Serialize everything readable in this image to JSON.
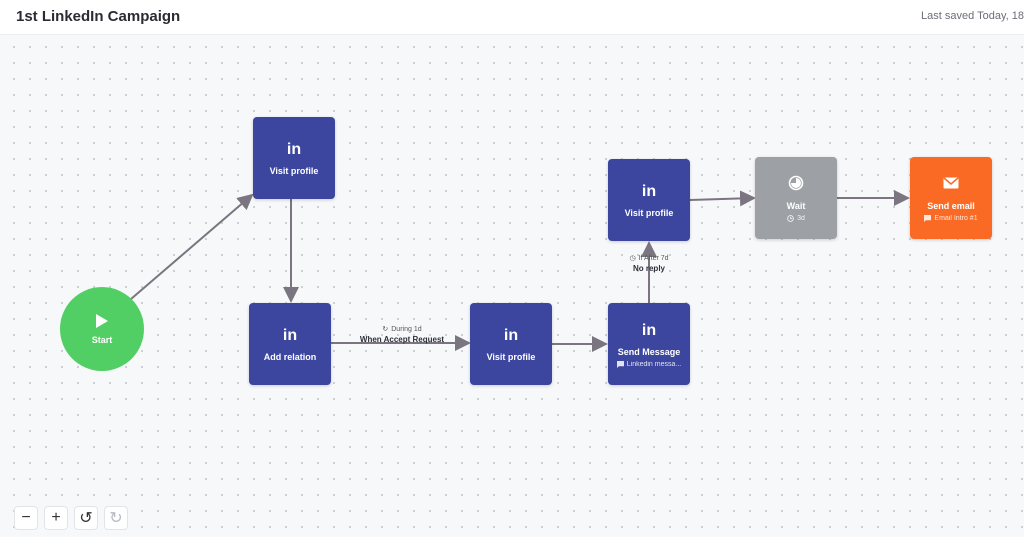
{
  "header": {
    "title": "1st LinkedIn Campaign",
    "saved": "Last saved Today, 18"
  },
  "nodes": {
    "start": {
      "label": "Start"
    },
    "visit1": {
      "icon": "linkedin-icon",
      "glyph": "in",
      "label": "Visit profile"
    },
    "add": {
      "icon": "linkedin-icon",
      "glyph": "in",
      "label": "Add relation"
    },
    "visit2": {
      "icon": "linkedin-icon",
      "glyph": "in",
      "label": "Visit profile"
    },
    "send_msg": {
      "icon": "linkedin-icon",
      "glyph": "in",
      "label": "Send Message",
      "sub": "Linkedin messa..."
    },
    "visit3": {
      "icon": "linkedin-icon",
      "glyph": "in",
      "label": "Visit profile"
    },
    "wait": {
      "icon": "timer-icon",
      "label": "Wait",
      "sub": "3d"
    },
    "email": {
      "icon": "envelope-icon",
      "label": "Send email",
      "sub": "Email Intro #1"
    }
  },
  "edges": {
    "accept": {
      "condition": "During 1d",
      "label": "When Accept Request"
    },
    "noreply": {
      "condition": "If After 7d",
      "label": "No reply"
    }
  },
  "tools": {
    "zoom_out": "−",
    "zoom_in": "+",
    "undo": "↺",
    "redo": "↻"
  },
  "colors": {
    "linkedin": "#3c469e",
    "wait": "#9da1a6",
    "email": "#fb6a25",
    "start": "#52cf64"
  }
}
